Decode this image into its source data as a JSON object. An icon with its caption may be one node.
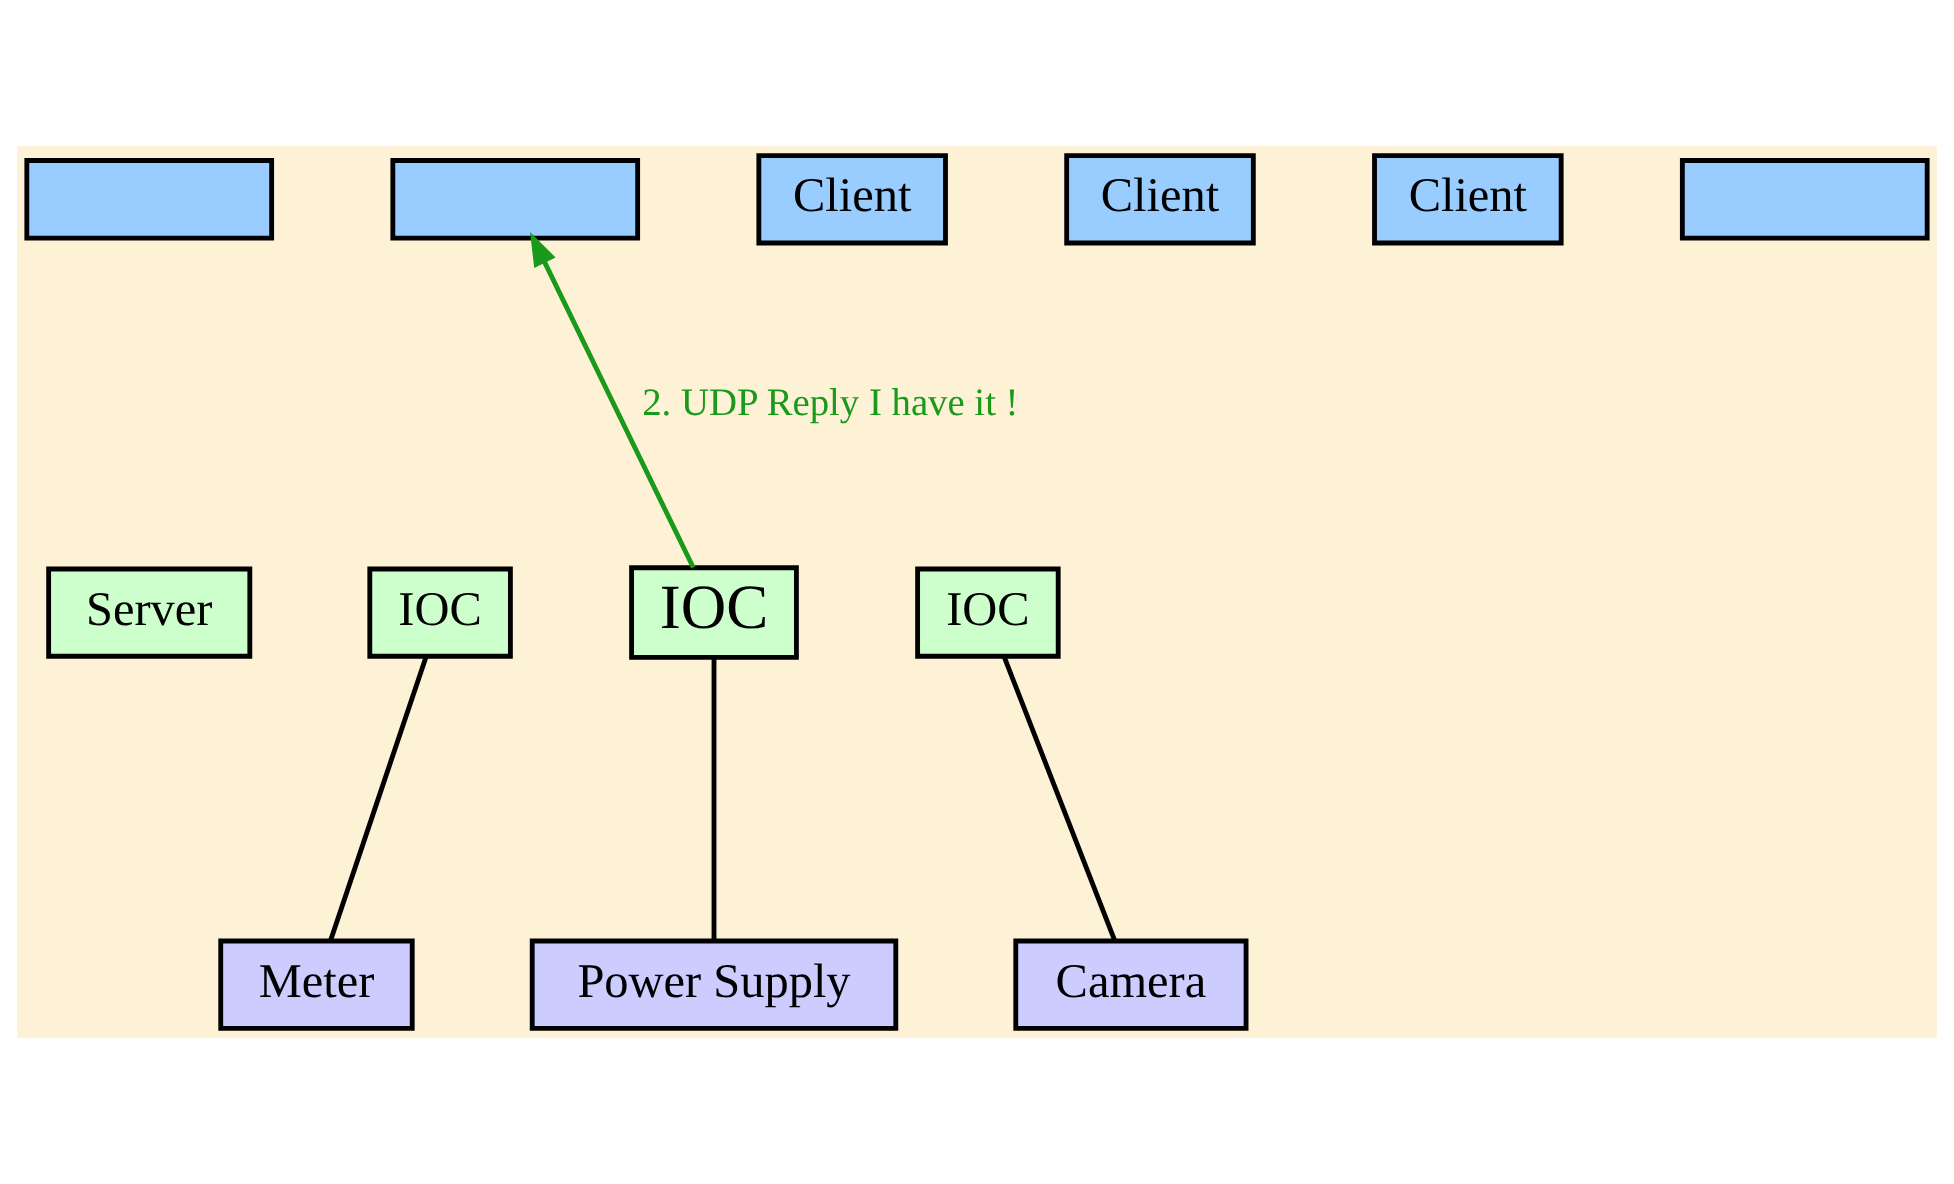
{
  "diagram": {
    "nodes": [
      {
        "text": [],
        "shape": "box"
      },
      {
        "text": [],
        "shape": "box"
      },
      {
        "text": [
          "Client"
        ]
      },
      {
        "text": [
          "Client"
        ]
      },
      {
        "text": [
          "Client"
        ]
      },
      {
        "text": [],
        "shape": "box"
      },
      {
        "text": [
          "Server"
        ]
      },
      {
        "text": [
          "IOC"
        ]
      },
      {
        "text": [
          "IOC"
        ]
      },
      {
        "text": [
          "IOC"
        ]
      },
      {
        "text": [
          "Meter"
        ]
      },
      {
        "text": [
          "Power Supply"
        ]
      },
      {
        "text": [
          "Camera"
        ]
      }
    ],
    "edges": [
      {
        "from": 8,
        "to": 1,
        "arrow": "to",
        "label": "2. UDP Reply I have it !",
        "color": "#1a9a1a"
      },
      {
        "from": 7,
        "to": 10,
        "arrow": "none"
      },
      {
        "from": 8,
        "to": 11,
        "arrow": "none"
      },
      {
        "from": 9,
        "to": 12,
        "arrow": "none"
      }
    ]
  }
}
